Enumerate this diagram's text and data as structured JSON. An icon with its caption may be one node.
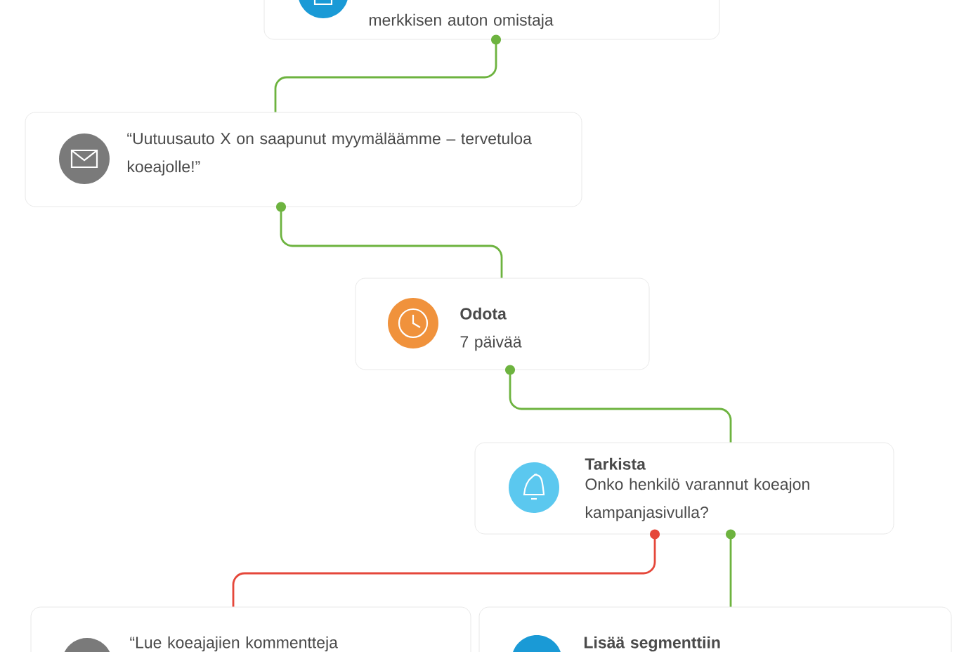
{
  "diagram": {
    "nodes": [
      {
        "text": [
          "merkkisen auton omistaja"
        ]
      },
      {
        "text": [
          "“Uutuusauto X on saapunut myymäläämme – tervetuloa koeajolle!”"
        ]
      },
      {
        "text": [
          "Odota",
          "7 päivää"
        ]
      },
      {
        "text": [
          "Tarkista",
          "Onko henkilö varannut koeajon kampanjasivulla?"
        ]
      },
      {
        "text": [
          "“Lue koeajajien kommentteja"
        ]
      },
      {
        "text": [
          "Lisää segmenttiin"
        ]
      }
    ],
    "edges": [
      {
        "from": 0,
        "to": 1,
        "arrow": "other"
      },
      {
        "from": 1,
        "to": 2,
        "arrow": "other"
      },
      {
        "from": 2,
        "to": 3,
        "arrow": "other"
      },
      {
        "from": 3,
        "to": 4,
        "arrow": "other",
        "color": "#e5473a"
      },
      {
        "from": 3,
        "to": 5,
        "arrow": "other"
      }
    ]
  }
}
